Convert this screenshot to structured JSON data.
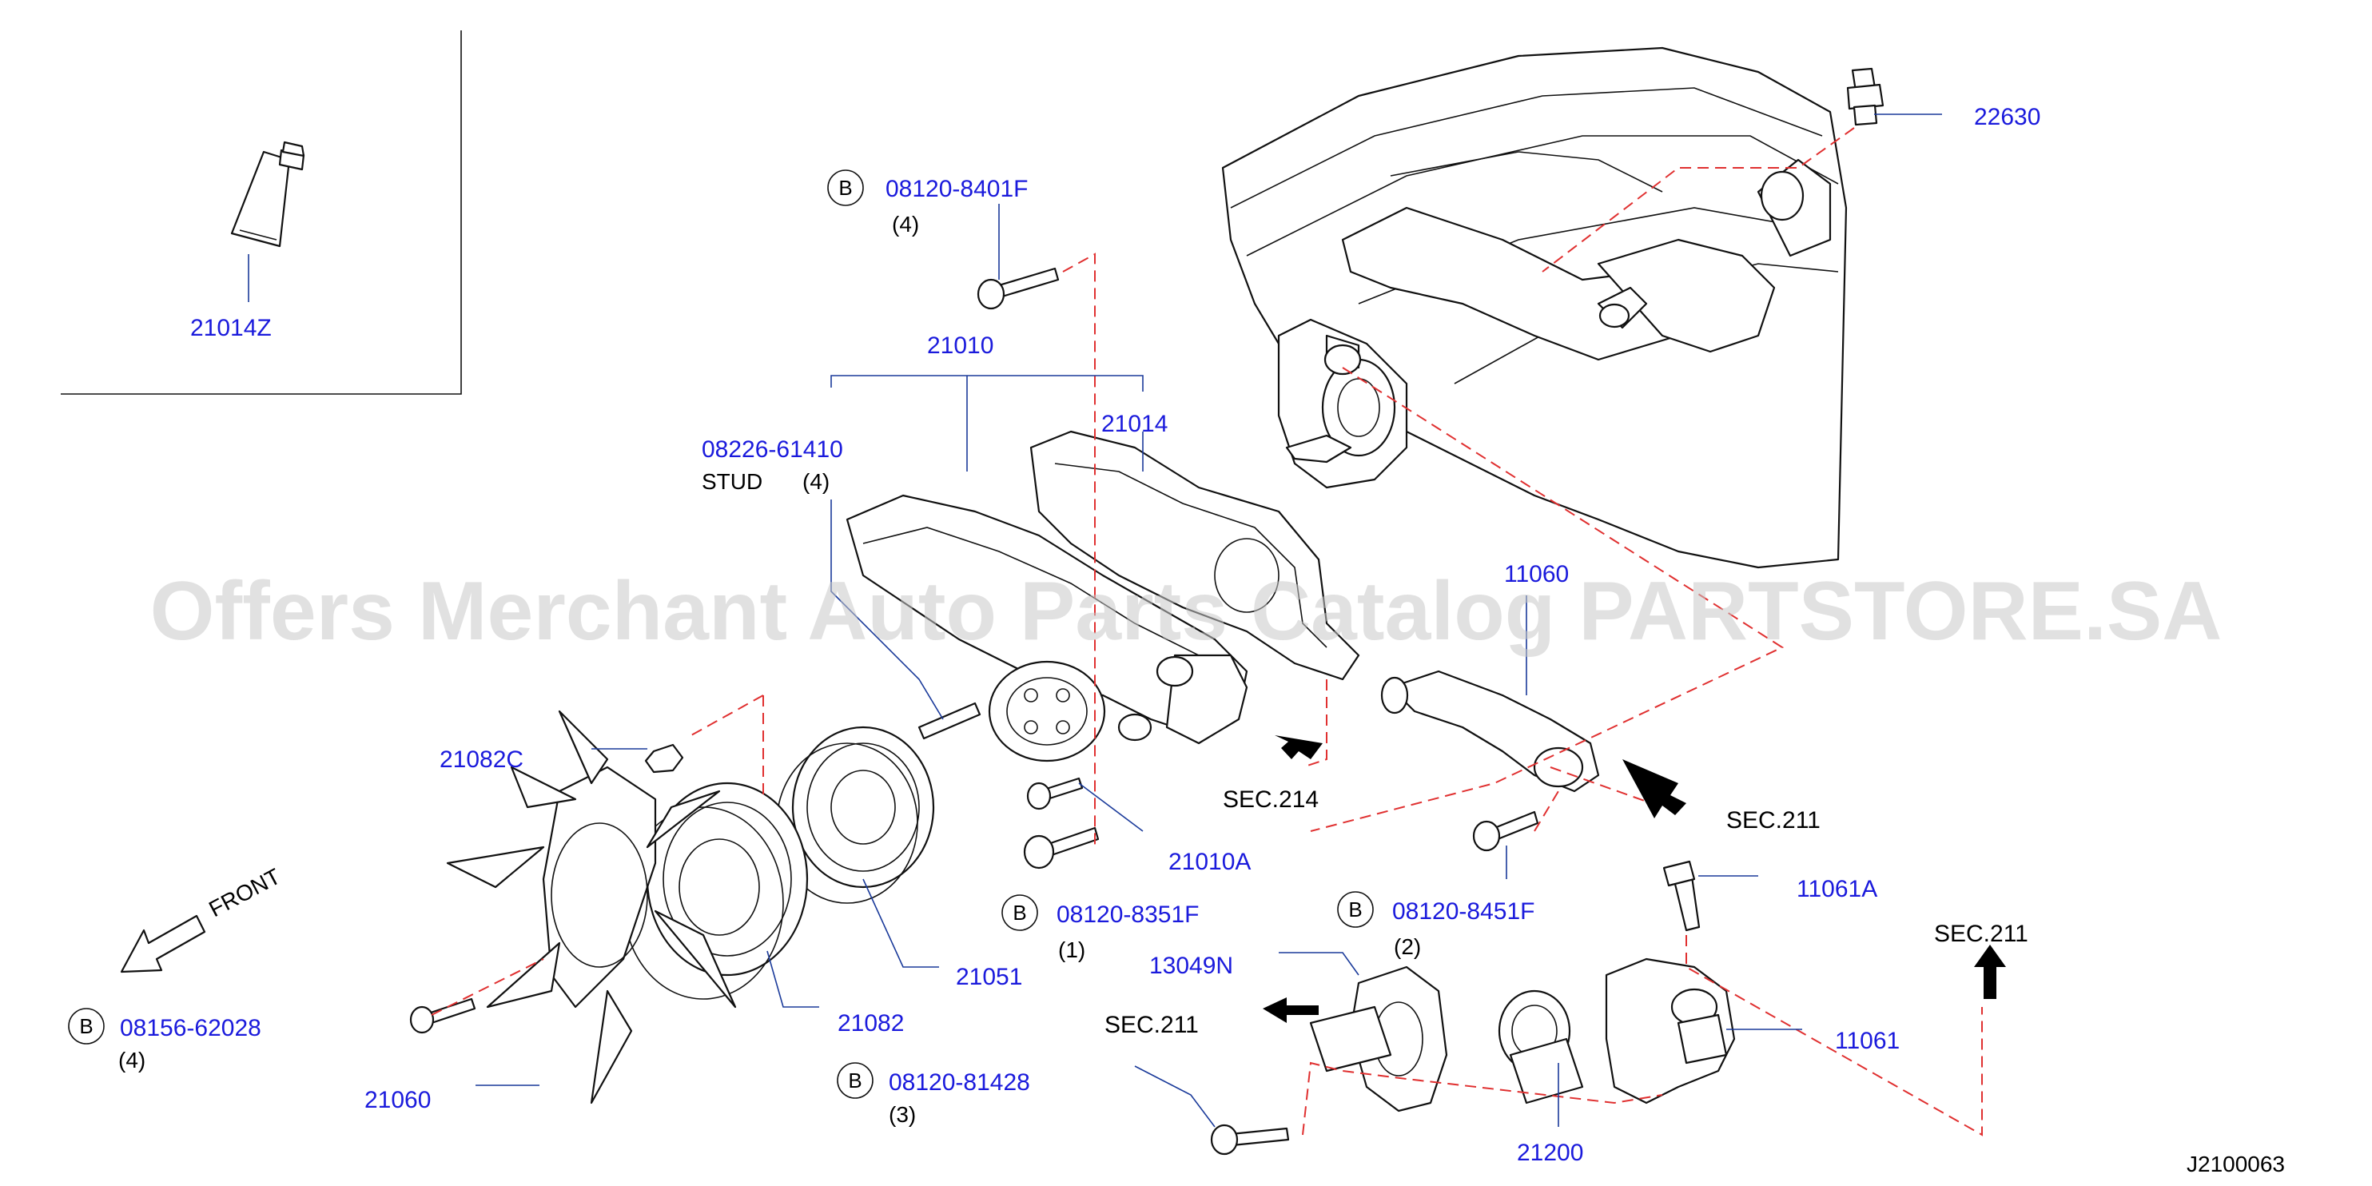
{
  "parts": {
    "p21014z": "21014Z",
    "p22630": "22630",
    "p08120_8401f": "08120-8401F",
    "p21010": "21010",
    "p21014": "21014",
    "p08226_61410": "08226-61410",
    "p11060": "11060",
    "p21082c": "21082C",
    "p21010a": "21010A",
    "p08120_8351f": "08120-8351F",
    "p08120_8451f": "08120-8451F",
    "p11061a": "11061A",
    "p21051": "21051",
    "p13049n": "13049N",
    "p21082": "21082",
    "p08156_62028": "08156-62028",
    "p11061": "11061",
    "p08120_81428": "08120-81428",
    "p21060": "21060",
    "p21200": "21200"
  },
  "quantities": {
    "q8401f": "(4)",
    "q8351f": "(1)",
    "q8451f": "(2)",
    "q62028": "(4)",
    "q81428": "(3)",
    "stud_label": "STUD",
    "stud_qty": "(4)"
  },
  "bolt_marker": "B",
  "sections": {
    "sec214": "SEC.214",
    "sec211_right": "SEC.211",
    "sec211_lower": "SEC.211",
    "sec211_mid": "SEC.211"
  },
  "front_label": "FRONT",
  "diagram_id": "J2100063",
  "watermark": "Offers Merchant Auto Parts Catalog PARTSTORE.SA",
  "colors": {
    "part_number": "#1a1adc",
    "leader_line": "#1a3a9a",
    "dashed_line": "#e03030",
    "drawing": "#111111",
    "watermark": "#c8c8c8"
  }
}
